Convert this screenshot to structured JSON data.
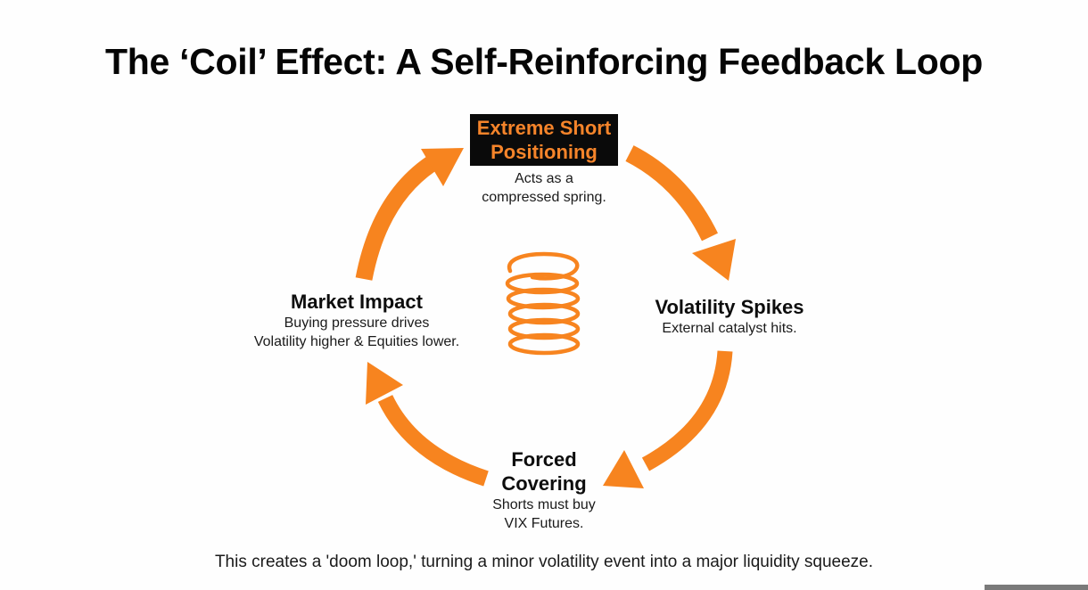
{
  "title": "The ‘Coil’ Effect: A Self-Reinforcing Feedback Loop",
  "colors": {
    "accent": "#f7841f",
    "highlight_bg": "#0a0a0a",
    "highlight_text": "#f5842a",
    "text": "#111111"
  },
  "center_icon": "spring-coil-icon",
  "nodes": {
    "top": {
      "heading_line1": "Extreme Short",
      "heading_line2": "Positioning",
      "desc_line1": "Acts as a",
      "desc_line2": "compressed spring."
    },
    "right": {
      "heading": "Volatility Spikes",
      "desc": "External catalyst hits."
    },
    "bottom": {
      "heading_line1": "Forced",
      "heading_line2": "Covering",
      "desc_line1": "Shorts must buy",
      "desc_line2": "VIX Futures."
    },
    "left": {
      "heading": "Market Impact",
      "desc_line1": "Buying pressure drives",
      "desc_line2": "Volatility higher & Equities lower."
    }
  },
  "arrows": [
    {
      "from": "top",
      "to": "right",
      "icon": "curved-arrow-icon"
    },
    {
      "from": "right",
      "to": "bottom",
      "icon": "curved-arrow-icon"
    },
    {
      "from": "bottom",
      "to": "left",
      "icon": "curved-arrow-icon"
    },
    {
      "from": "left",
      "to": "top",
      "icon": "curved-arrow-icon"
    }
  ],
  "footer": "This creates a 'doom loop,' turning a minor volatility event into a major liquidity squeeze."
}
